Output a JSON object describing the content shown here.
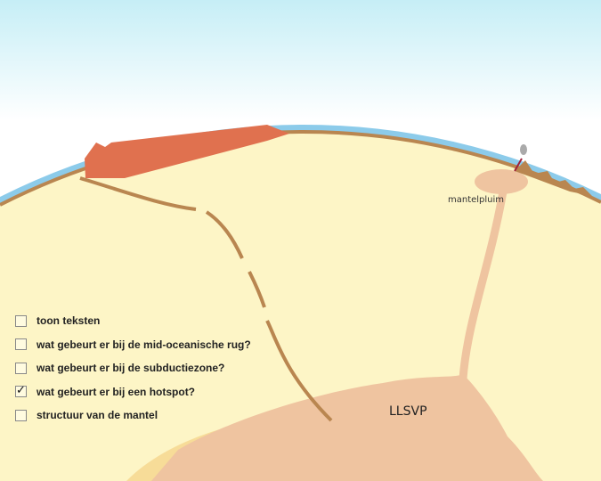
{
  "labels": {
    "plume": "mantelpluim",
    "llsvp": "LLSVP"
  },
  "options": [
    {
      "label": "toon teksten",
      "checked": false
    },
    {
      "label": "wat gebeurt er bij de mid-oceanische rug?",
      "checked": false
    },
    {
      "label": "wat gebeurt er bij de subductiezone?",
      "checked": false
    },
    {
      "label": "wat gebeurt er bij een hotspot?",
      "checked": true
    },
    {
      "label": "structuur van de mantel",
      "checked": false
    }
  ],
  "colors": {
    "ocean": "#8ccbea",
    "mantle": "#fdf5c6",
    "crust": "#b98650",
    "continent": "#e0714f",
    "llsvp": "#efc4a0",
    "core": "#f7dc98"
  }
}
